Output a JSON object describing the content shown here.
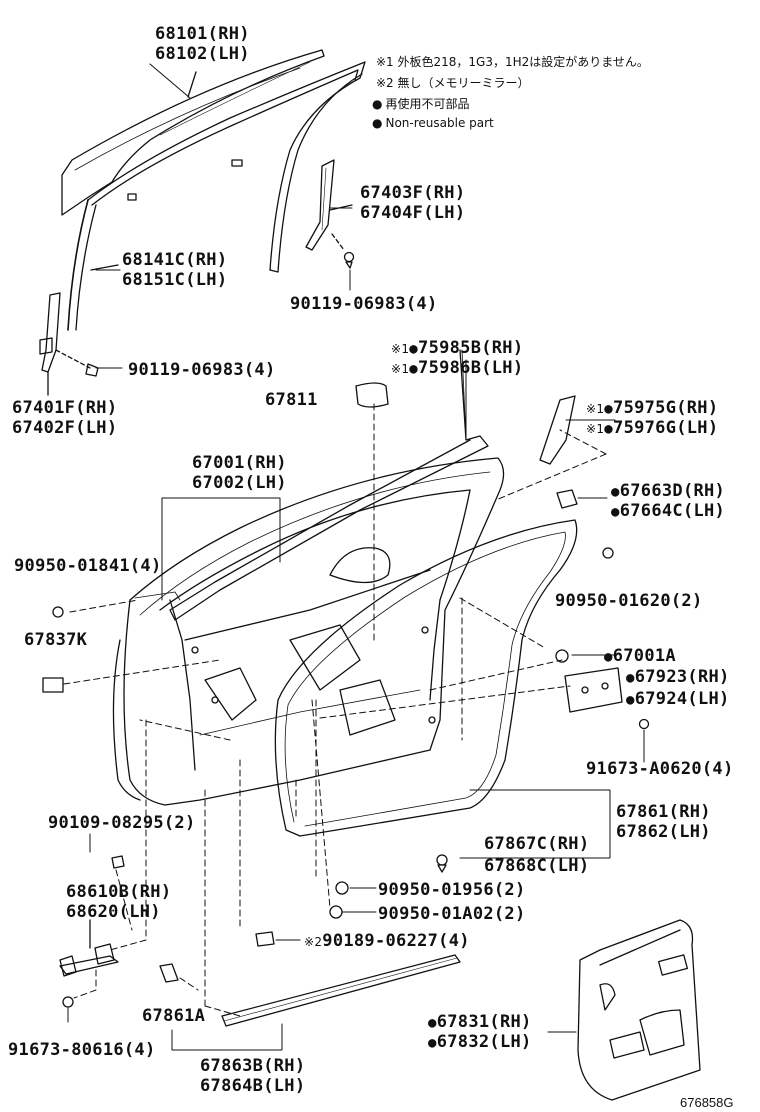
{
  "notes": {
    "note1": "※1 外板色218，1G3，1H2は設定がありません。",
    "note2": "※2 無し（メモリーミラー）",
    "non_reuse_jp": "再使用不可部品",
    "non_reuse_en": "Non-reusable part"
  },
  "parts": {
    "p68101": "68101(RH)",
    "p68102": "68102(LH)",
    "p67403f": "67403F(RH)",
    "p67404f": "67404F(LH)",
    "p68141c": "68141C(RH)",
    "p68151c": "68151C(LH)",
    "p90119_a": "90119-06983(4)",
    "p90119_b": "90119-06983(4)",
    "p67401f": "67401F(RH)",
    "p67402f": "67402F(LH)",
    "p75985b": "75985B(RH)",
    "p75986b": "75986B(LH)",
    "p67811": "67811",
    "p75975g": "75975G(RH)",
    "p75976g": "75976G(LH)",
    "p67001": "67001(RH)",
    "p67002": "67002(LH)",
    "p67663d": "67663D(RH)",
    "p67664c": "67664C(LH)",
    "p90950_01841": "90950-01841(4)",
    "p90950_01620": "90950-01620(2)",
    "p67837k": "67837K",
    "p67001a": "67001A",
    "p67923": "67923(RH)",
    "p67924": "67924(LH)",
    "p91673_a0620": "91673-A0620(4)",
    "p67861": "67861(RH)",
    "p67862": "67862(LH)",
    "p90109": "90109-08295(2)",
    "p67867c": "67867C(RH)",
    "p67868c": "67868C(LH)",
    "p68610b": "68610B(RH)",
    "p68620": "68620(LH)",
    "p90950_01956": "90950-01956(2)",
    "p90950_01a02": "90950-01A02(2)",
    "p90189": "90189-06227(4)",
    "p91673_80616": "91673-80616(4)",
    "p67861a": "67861A",
    "p67831": "67831(RH)",
    "p67832": "67832(LH)",
    "p67863b": "67863B(RH)",
    "p67864b": "67864B(LH)"
  },
  "marks": {
    "m1": "※1",
    "m2": "※2"
  },
  "figure_code": "676858G"
}
